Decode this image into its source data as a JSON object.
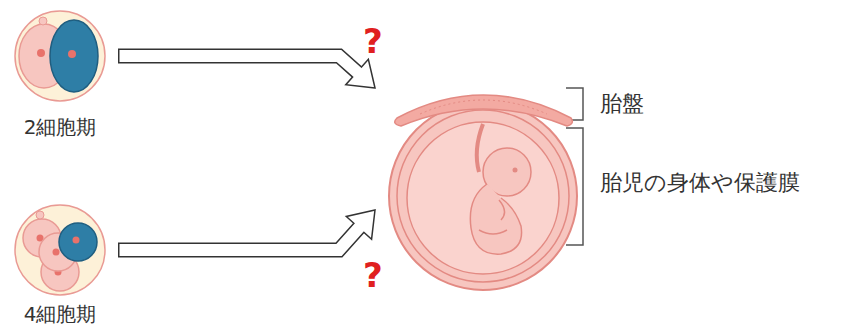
{
  "diagram": {
    "nodes": [
      {
        "text": [
          "2細胞期"
        ]
      },
      {
        "text": [
          "4細胞期"
        ]
      },
      {
        "text": [
          "胎盤",
          "胎児の身体や保護膜"
        ]
      }
    ],
    "edges": [
      {
        "from": 0,
        "to": 2,
        "arrow": "to",
        "label": "?"
      },
      {
        "from": 1,
        "to": 2,
        "arrow": "to",
        "label": "?"
      }
    ]
  }
}
